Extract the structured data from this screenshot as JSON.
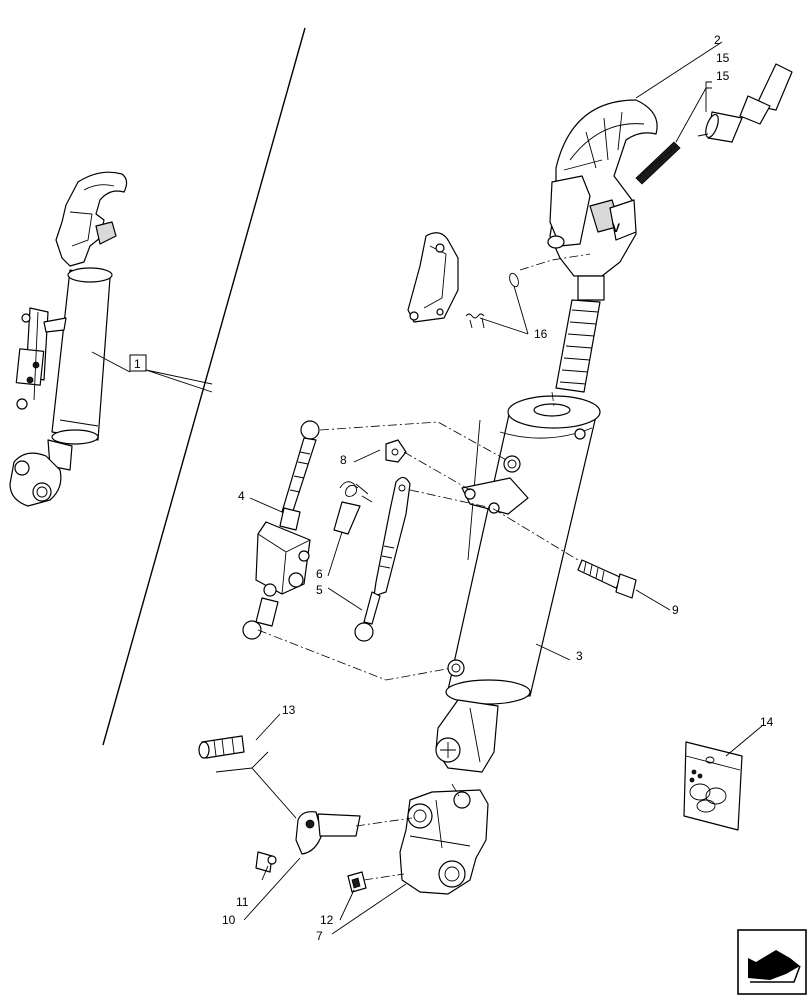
{
  "callouts": {
    "c1": "1",
    "c2": "2",
    "c3": "3",
    "c4": "4",
    "c5": "5",
    "c6": "6",
    "c7": "7",
    "c8": "8",
    "c9": "9",
    "c10": "10",
    "c11": "11",
    "c12": "12",
    "c13": "13",
    "c14": "14",
    "c15a": "15",
    "c15b": "15",
    "c16": "16"
  },
  "nav_icon": "return-arrow-icon"
}
